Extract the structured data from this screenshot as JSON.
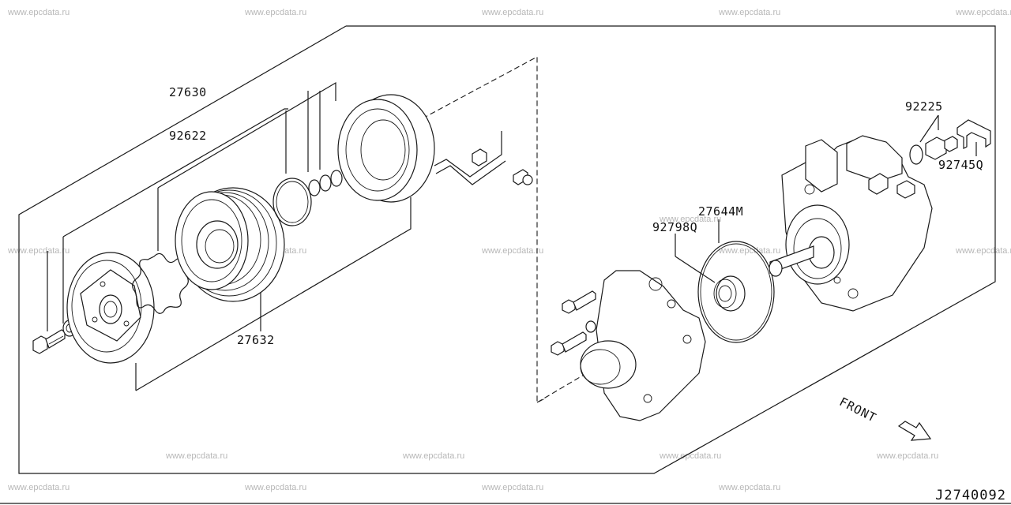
{
  "watermark": "www.epcdata.ru",
  "callouts": {
    "c27630": "27630",
    "c92622": "92622",
    "c27632": "27632",
    "c27644M": "27644M",
    "c92798Q": "92798Q",
    "c92225": "92225",
    "c92745Q": "92745Q"
  },
  "front_label": "FRONT",
  "drawing_id": "J2740092"
}
